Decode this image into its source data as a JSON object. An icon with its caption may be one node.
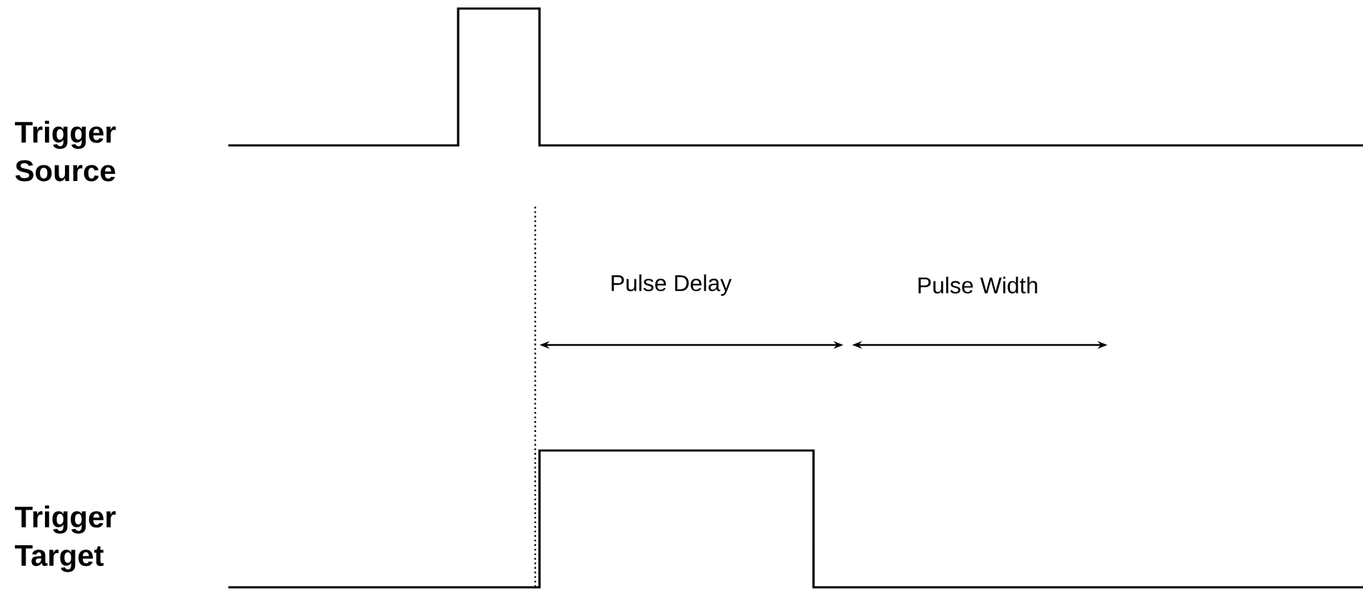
{
  "diagram": {
    "labels": [
      "Trigger Source",
      "Pulse Delay",
      "Pulse Width",
      "Trigger Target"
    ]
  }
}
